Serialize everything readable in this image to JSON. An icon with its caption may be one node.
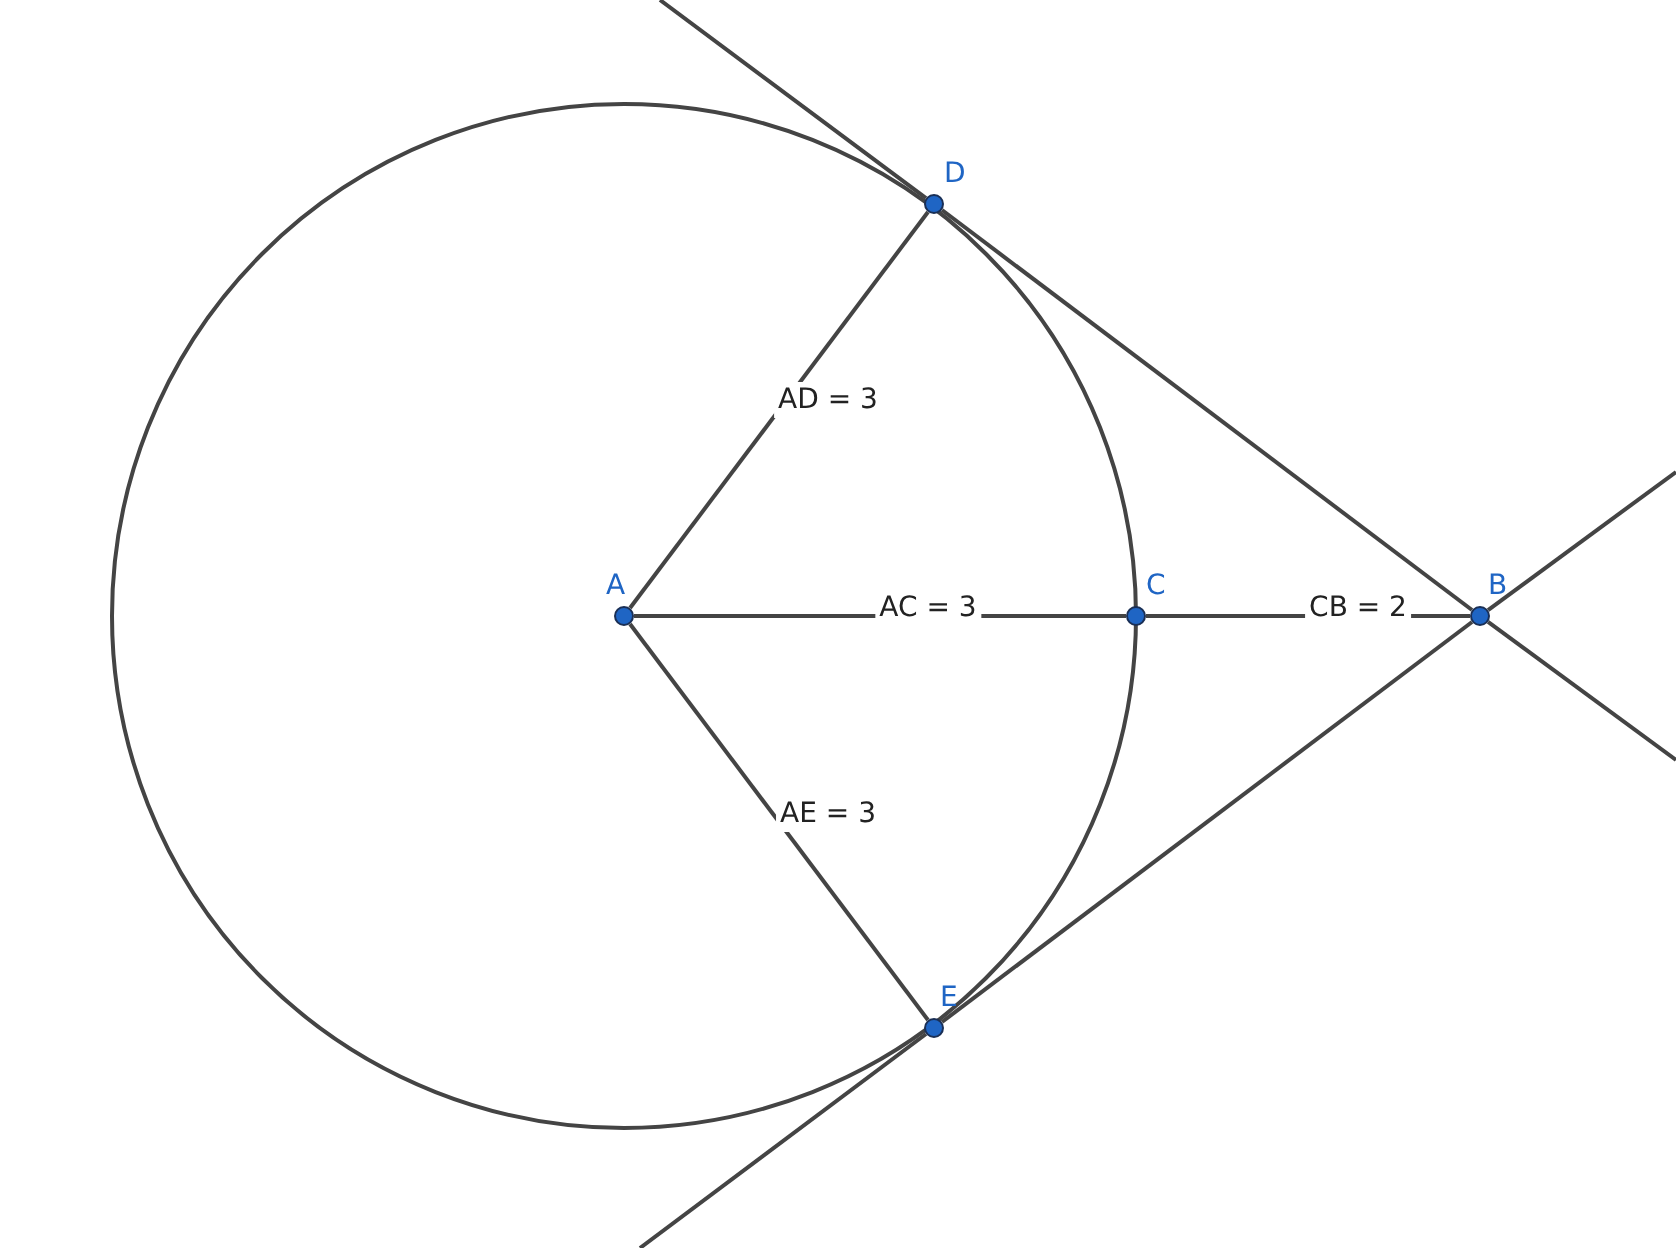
{
  "diagram": {
    "nodes": [
      {
        "text": [
          "A"
        ]
      },
      {
        "text": [
          "B"
        ]
      },
      {
        "text": [
          "C"
        ]
      },
      {
        "text": [
          "D"
        ]
      },
      {
        "text": [
          "E"
        ]
      }
    ],
    "edges": [
      {
        "from": 0,
        "to": 3,
        "arrow": "none",
        "label": "AD = 3"
      },
      {
        "from": 0,
        "to": 2,
        "arrow": "none",
        "label": "AC = 3"
      },
      {
        "from": 2,
        "to": 1,
        "arrow": "none",
        "label": "CB = 2"
      },
      {
        "from": 0,
        "to": 4,
        "arrow": "none",
        "label": "AE = 3"
      },
      {
        "from": null,
        "to": 3,
        "arrow": "none"
      },
      {
        "from": 3,
        "to": 1,
        "arrow": "none"
      },
      {
        "from": 1,
        "to": null,
        "arrow": "none"
      },
      {
        "from": null,
        "to": 4,
        "arrow": "none"
      },
      {
        "from": 4,
        "to": 1,
        "arrow": "none"
      },
      {
        "from": 1,
        "to": null,
        "arrow": "none"
      }
    ]
  }
}
